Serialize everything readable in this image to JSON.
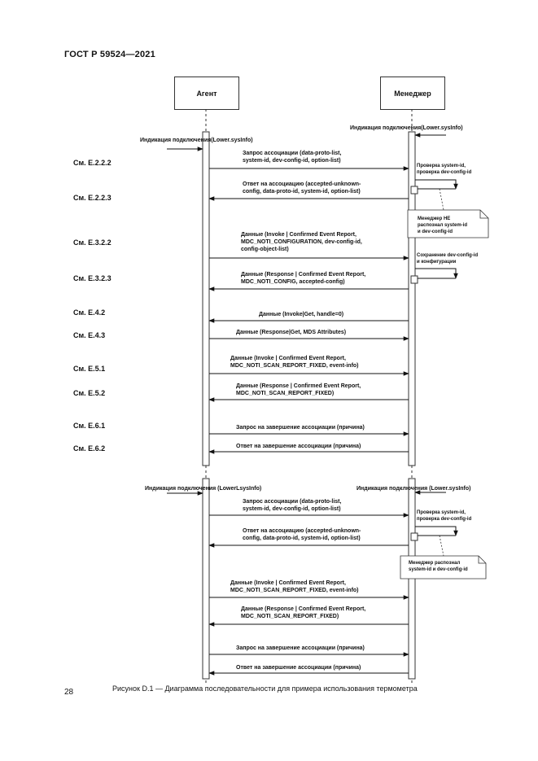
{
  "header": {
    "standard": "ГОСТ Р 59524—2021"
  },
  "participants": {
    "agent": "Агент",
    "manager": "Менеджер"
  },
  "section1": {
    "agent_indication": "Индикация подключения(Lower.sysInfo)",
    "manager_indication": "Индикация подключения(Lower.sysInfo)",
    "refs": [
      "См. E.2.2.2",
      "См. E.2.2.3",
      "См. E.3.2.2",
      "См. E.3.2.3",
      "См. E.4.2",
      "См. E.4.3",
      "См. E.5.1",
      "См. E.5.2",
      "См. E.6.1",
      "См. E.6.2"
    ],
    "messages": [
      "Запрос ассоциации (data-proto-list,\nsystem-id, dev-config-id, option-list)",
      "Ответ на ассоциацию (accepted-unknown-\nconfig, data-proto-id, system-id, option-list)",
      "Данные (Invoke | Confirmed Event Report,\nMDC_NOTI_CONFIGURATION, dev-config-id,\nconfig-object-list)",
      "Данные (Response | Confirmed Event Report,\nMDC_NOTI_CONFIG, accepted-config)",
      "Данные (Invoke|Get, handle=0)",
      "Данные (Response|Get, MDS Attributes)",
      "Данные (Invoke | Confirmed Event Report,\nMDC_NOTI_SCAN_REPORT_FIXED, event-info)",
      "Данные (Response | Confirmed Event Report,\nMDC_NOTI_SCAN_REPORT_FIXED)",
      "Запрос на завершение ассоциации (причина)",
      "Ответ на завершение ассоциации (причина)"
    ],
    "self_notes": [
      "Проверка system-id,\nпроверка dev-config-id",
      "Сохранение dev-config-id\nи конфигурации"
    ],
    "doc_note": "Менеджер НЕ\nраспознал system-id\nи dev-config-id"
  },
  "section2": {
    "agent_indication": "Индикация подключения (LowerLsysInfo)",
    "manager_indication": "Индикация подключения (Lower.sysInfo)",
    "messages": [
      "Запрос ассоциации (data-proto-list,\nsystem-id, dev-config-id, option-list)",
      "Ответ на ассоциацию (accepted-unknown-\nconfig, data-proto-id, system-id, option-list)",
      "Данные (Invoke | Confirmed Event Report,\nMDC_NOTI_SCAN_REPORT_FIXED, event-info)",
      "Данные (Response | Confirmed Event Report,\nMDC_NOTI_SCAN_REPORT_FIXED)",
      "Запрос на завершение ассоциации (причина)",
      "Ответ на завершение ассоциации (причина)"
    ],
    "self_note": "Проверка system-id,\nпроверка dev-config-id",
    "doc_note": "Менеджер распознал\nsystem-id и dev-config-id"
  },
  "footer": {
    "page_number": "28",
    "caption": "Рисунок D.1 — Диаграмма последовательности для примера использования термометра"
  }
}
